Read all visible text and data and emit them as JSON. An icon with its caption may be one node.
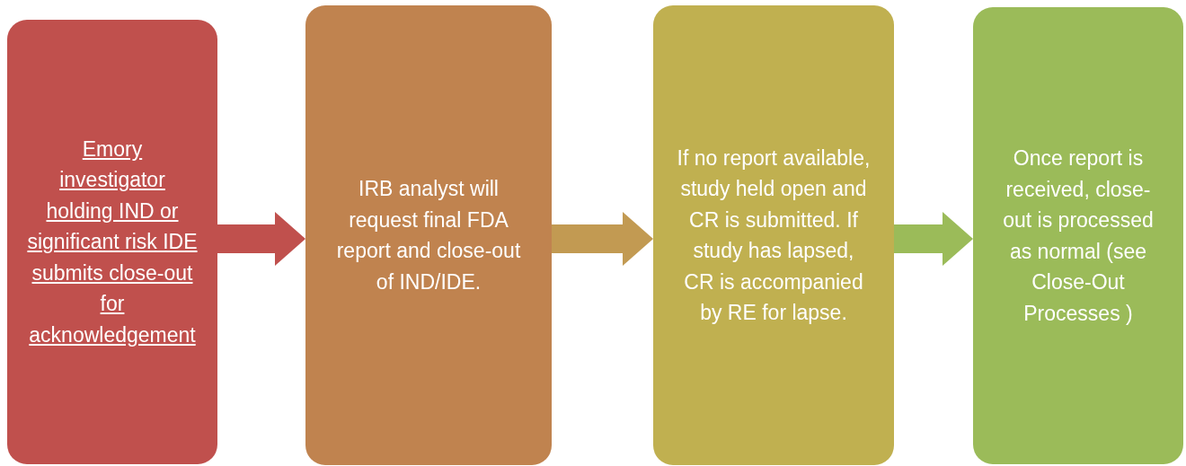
{
  "diagram": {
    "nodes": [
      {
        "text": [
          "Emory investigator holding IND or significant risk IDE submits close-out for acknowledgement"
        ]
      },
      {
        "text": [
          "IRB analyst will request final FDA report and close-out of IND/IDE."
        ]
      },
      {
        "text": [
          "If no report available, study held open and CR is submitted. If study has lapsed, CR is accompanied by RE for lapse."
        ]
      },
      {
        "text": [
          "Once report is received, close-out is processed as normal (see Close-Out Processes )"
        ]
      }
    ],
    "edges": [
      {
        "from": 0,
        "to": 1,
        "arrow": "to",
        "color": "#c0504d"
      },
      {
        "from": 1,
        "to": 2,
        "arrow": "to",
        "color": "#c29a52"
      },
      {
        "from": 2,
        "to": 3,
        "arrow": "to",
        "color": "#9bbb59"
      }
    ]
  }
}
